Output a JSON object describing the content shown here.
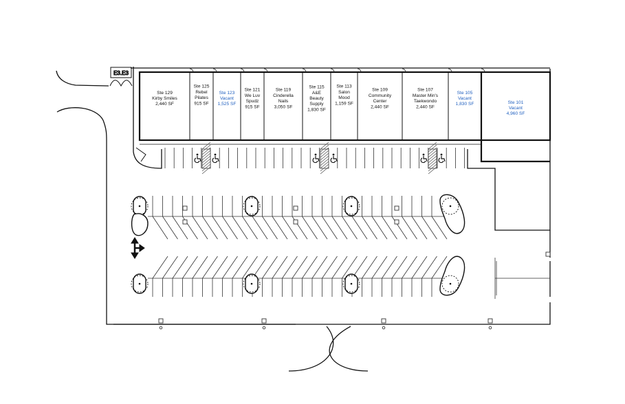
{
  "colors": {
    "occupied_text": "#111111",
    "vacant_text": "#1f5fbf",
    "line": "#111111"
  },
  "suites": [
    {
      "lines": [
        "Ste 129",
        "Kirby Smiles",
        "2,440 SF"
      ],
      "vacant": false
    },
    {
      "lines": [
        "Ste 125",
        "Rebel",
        "Pilates",
        "915 SF"
      ],
      "vacant": false
    },
    {
      "lines": [
        "Ste 123",
        "Vacant",
        "1,525 SF"
      ],
      "vacant": true
    },
    {
      "lines": [
        "Ste 121",
        "We Luv",
        "Spudz",
        "915 SF"
      ],
      "vacant": false
    },
    {
      "lines": [
        "Ste 119",
        "Cinderella",
        "Nails",
        "3,050 SF"
      ],
      "vacant": false
    },
    {
      "lines": [
        "Ste 115",
        "A&E",
        "Beauty",
        "Supply",
        "1,830 SF"
      ],
      "vacant": false
    },
    {
      "lines": [
        "Ste 113",
        "Salon",
        "Mood",
        "1,159 SF"
      ],
      "vacant": false
    },
    {
      "lines": [
        "Ste 109",
        "Community",
        "Center",
        "2,440 SF"
      ],
      "vacant": false
    },
    {
      "lines": [
        "Ste 107",
        "Master Min's",
        "Taekwondo",
        "2,440 SF"
      ],
      "vacant": false
    },
    {
      "lines": [
        "Ste 105",
        "Vacant",
        "1,830 SF"
      ],
      "vacant": true
    },
    {
      "lines": [
        "Ste 101",
        "Vacant",
        "4,960 SF"
      ],
      "vacant": true
    }
  ],
  "icons": {
    "accessible": "accessible-parking-icon",
    "tree": "tree-icon",
    "light_pole": "light-pole-icon",
    "arrow": "traffic-arrow-icon"
  }
}
